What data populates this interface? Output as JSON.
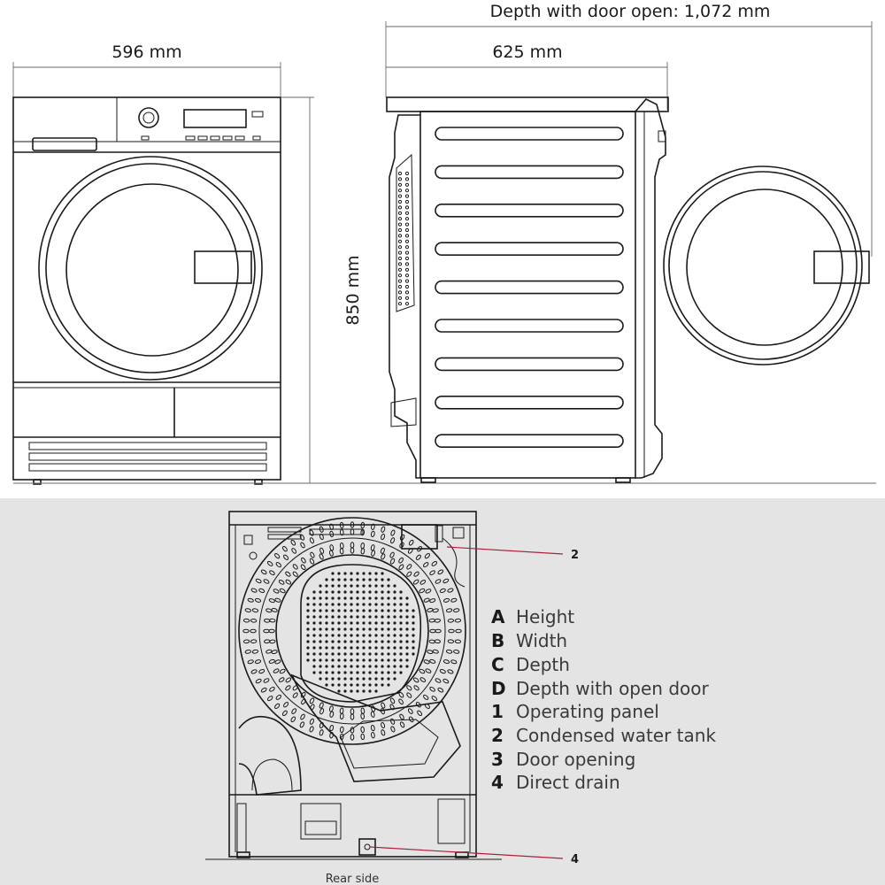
{
  "dimensions": {
    "depth_door_open": "Depth with door open: 1,072 mm",
    "width": "596 mm",
    "depth": "625 mm",
    "height": "850 mm"
  },
  "callouts": {
    "tank": "2",
    "drain": "4"
  },
  "legend": [
    {
      "key": "A",
      "label": "Height"
    },
    {
      "key": "B",
      "label": "Width"
    },
    {
      "key": "C",
      "label": "Depth"
    },
    {
      "key": "D",
      "label": "Depth with open door"
    },
    {
      "key": "1",
      "label": "Operating panel"
    },
    {
      "key": "2",
      "label": "Condensed water tank"
    },
    {
      "key": "3",
      "label": "Door opening"
    },
    {
      "key": "4",
      "label": "Direct drain"
    }
  ],
  "caption": "Rear side",
  "colors": {
    "line": "#1a1a1a",
    "dimension_line": "#6a6a6a",
    "callout_line": "#b01e3c",
    "bottom_panel_background": "#e4e4e4"
  }
}
